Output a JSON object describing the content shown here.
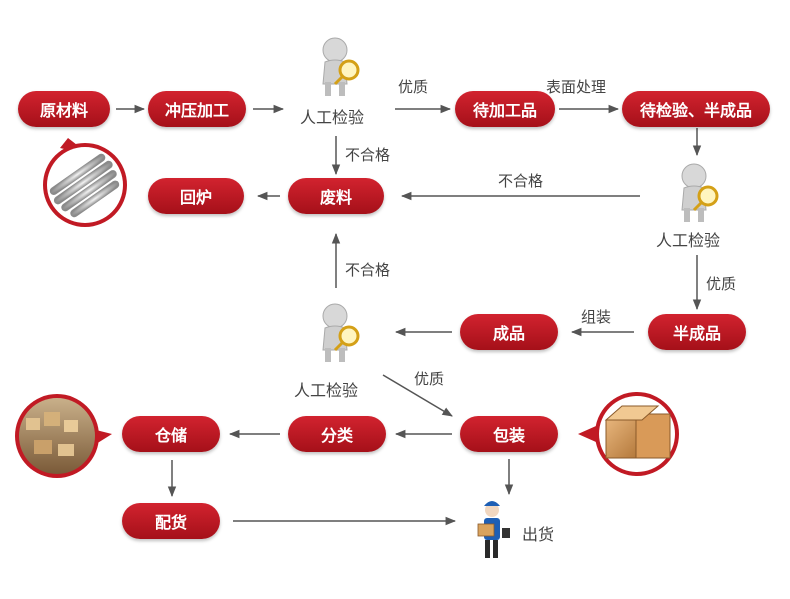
{
  "nodes": {
    "raw_material": "原材料",
    "stamping": "冲压加工",
    "inspect_1": "人工检验",
    "to_process": "待加工品",
    "semi_to_inspect": "待检验、半成品",
    "inspect_2": "人工检验",
    "scrap": "废料",
    "remelt": "回炉",
    "semi_finished": "半成品",
    "finished": "成品",
    "inspect_3": "人工检验",
    "packing": "包装",
    "sorting": "分类",
    "warehouse": "仓储",
    "distribution": "配货",
    "shipping": "出货"
  },
  "edges": {
    "quality_1": "优质",
    "surface_treatment": "表面处理",
    "reject_1": "不合格",
    "reject_2": "不合格",
    "quality_2": "优质",
    "assembly": "组装",
    "reject_3": "不合格",
    "quality_3": "优质"
  },
  "icons": {
    "inspector": "person-with-magnifier-icon",
    "raw_material": "steel-rods-photo",
    "boxes": "cardboard-boxes-photo",
    "warehouse": "warehouse-photo",
    "courier": "courier-with-package-icon"
  },
  "colors": {
    "pill": "#c11a24",
    "arrow": "#555555",
    "text": "#444444"
  }
}
